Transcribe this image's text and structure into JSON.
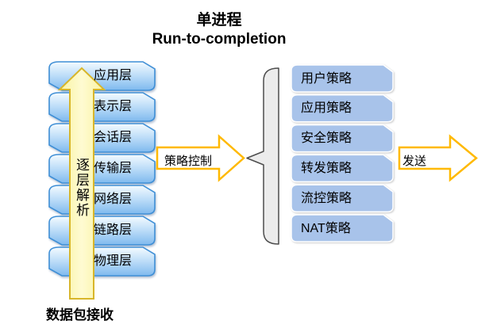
{
  "title": {
    "line1": "单进程",
    "line2": "Run-to-completion"
  },
  "osi_stack": {
    "layers": [
      "应用层",
      "表示层",
      "会话层",
      "传输层",
      "网络层",
      "链路层",
      "物理层"
    ],
    "up_arrow_label": "逐层解析",
    "caption": "数据包接收"
  },
  "policy_control_arrow": {
    "label": "策略控制"
  },
  "policy_stack": [
    "用户策略",
    "应用策略",
    "安全策略",
    "转发策略",
    "流控策略",
    "NAT策略"
  ],
  "send_arrow": {
    "label": "发送"
  },
  "colors": {
    "layer_box_border": "#3F8FD6",
    "layer_box_fill_top": "#F4FBFF",
    "layer_box_fill_mid": "#BBDCF8",
    "layer_box_fill_bottom": "#7FB9EE",
    "policy_box_fill": "#A8C3EA",
    "policy_box_border": "#FFFFFF",
    "up_arrow_fill": "#FAF3A0",
    "up_arrow_fill_light": "#FEFBD2",
    "up_arrow_stroke": "#D8B62A",
    "block_arrow_fill": "#FFFFFF",
    "block_arrow_stroke": "#FFB900",
    "brace_fill": "#ECECEC",
    "brace_stroke": "#4D4D4D",
    "text": "#000000"
  }
}
